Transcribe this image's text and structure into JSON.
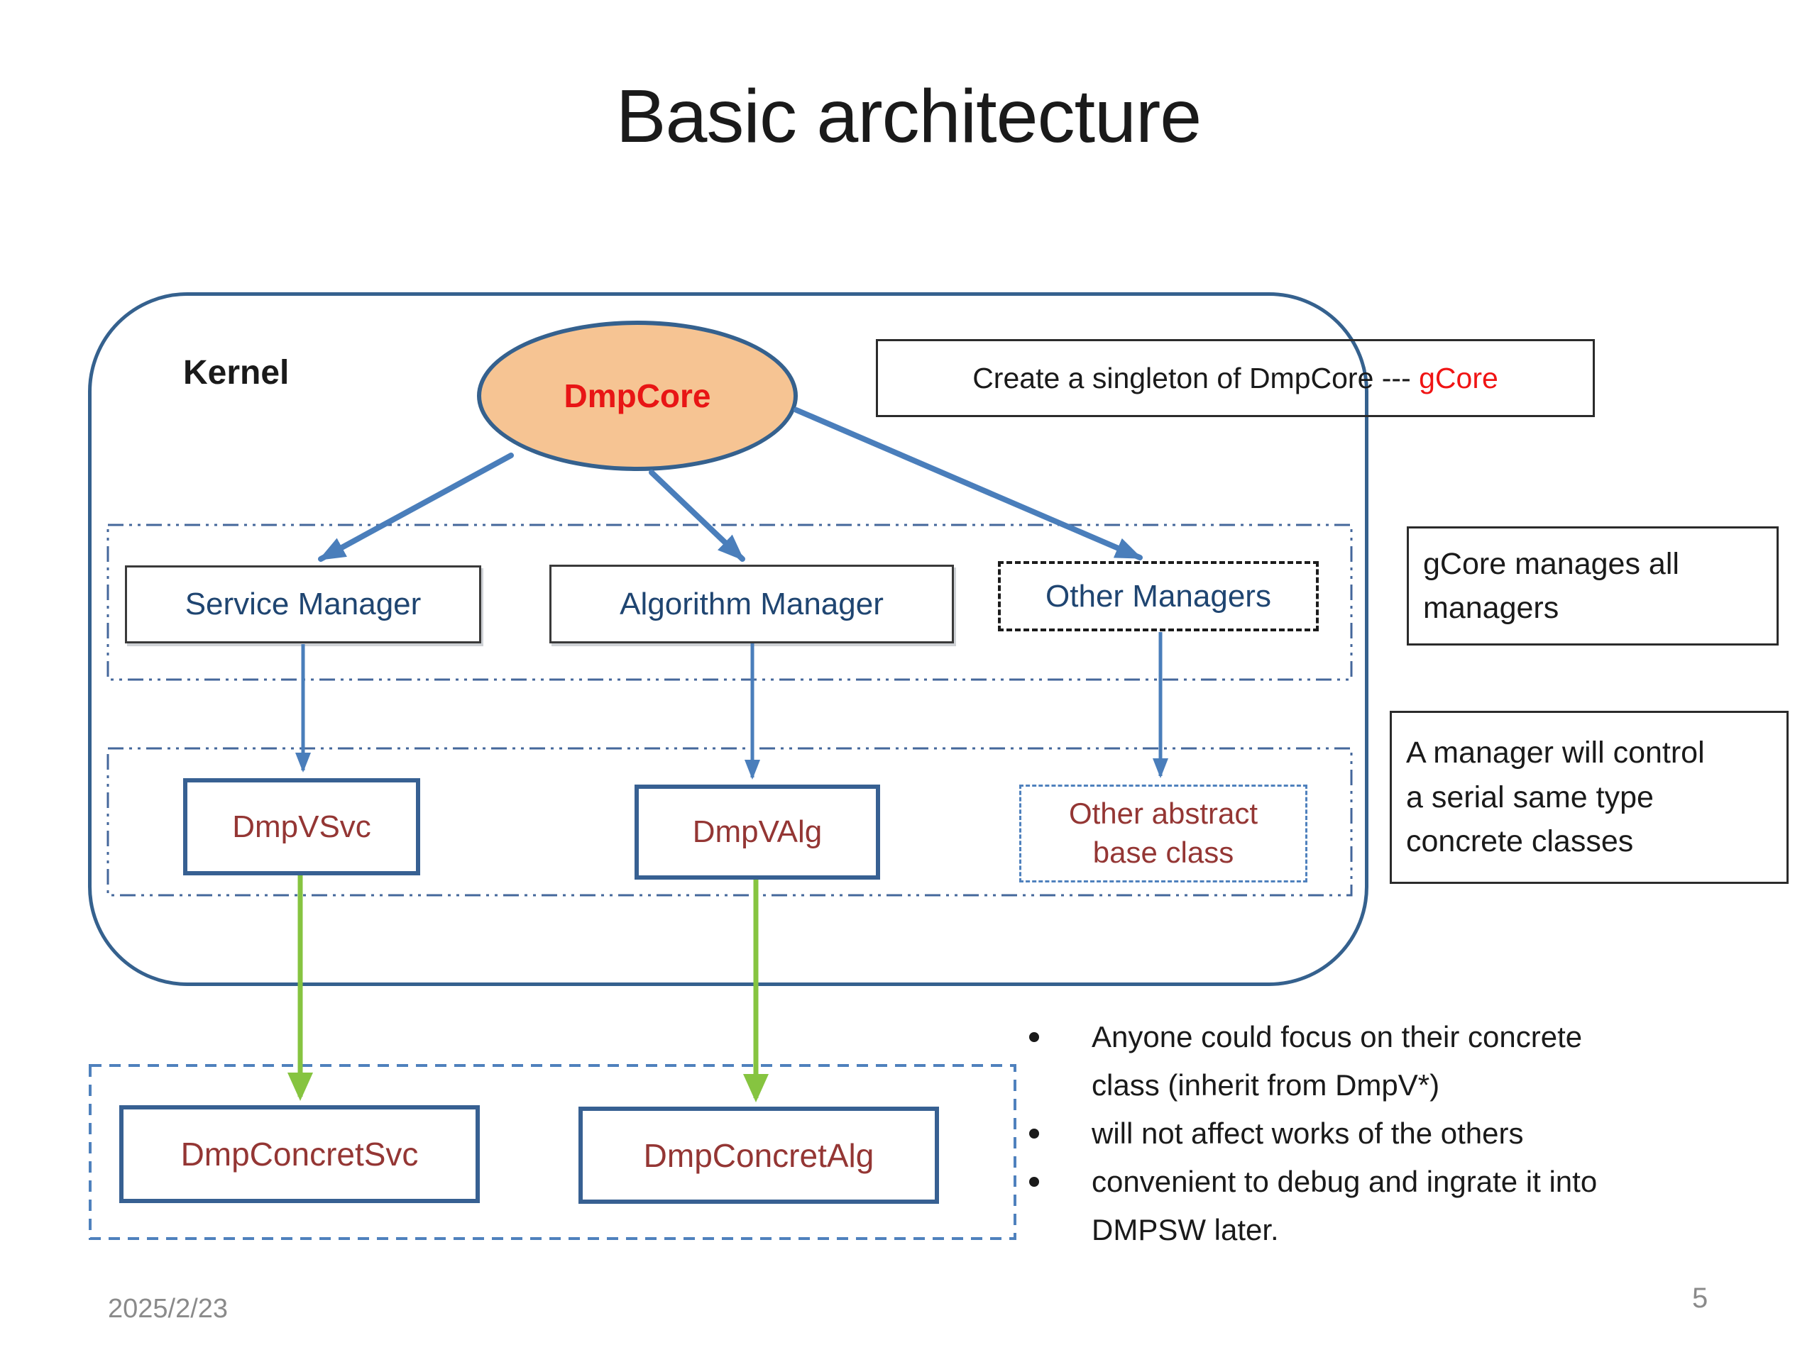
{
  "title": "Basic architecture",
  "kernel": {
    "label": "Kernel"
  },
  "core": {
    "label": "DmpCore"
  },
  "singleton_note": {
    "plain": "Create a singleton of DmpCore --- ",
    "highlight": "gCore"
  },
  "managers": {
    "service": "Service Manager",
    "algorithm": "Algorithm Manager",
    "other": "Other Managers"
  },
  "abstracts": {
    "svc": "DmpVSvc",
    "alg": "DmpVAlg",
    "other": "Other abstract\nbase class"
  },
  "concretes": {
    "svc": "DmpConcretSvc",
    "alg": "DmpConcretAlg"
  },
  "side_notes": {
    "gcore": "gCore manages all\nmanagers",
    "manager": "A manager will control\na serial same type\nconcrete classes"
  },
  "bullets": [
    "Anyone could focus on their concrete\nclass (inherit from DmpV*)",
    "will not affect works of the others",
    "convenient to debug and ingrate it into\nDMPSW later."
  ],
  "footer": {
    "date": "2025/2/23",
    "page": "5"
  },
  "colors": {
    "kernel_border": "#35618e",
    "arrow_blue": "#4a7ebb",
    "arrow_green": "#86c440",
    "dashdot_border": "#44679b",
    "dashed_border": "#4f81bd",
    "core_fill": "#f6c493",
    "core_text": "#e81515",
    "highlight_red": "#f01414",
    "navy_text": "#1f4571",
    "darkred_text": "#943634",
    "text_black": "#1a1a1a",
    "muted_gray": "#8a8a8a",
    "box_border_dark": "#3a3a3a"
  }
}
